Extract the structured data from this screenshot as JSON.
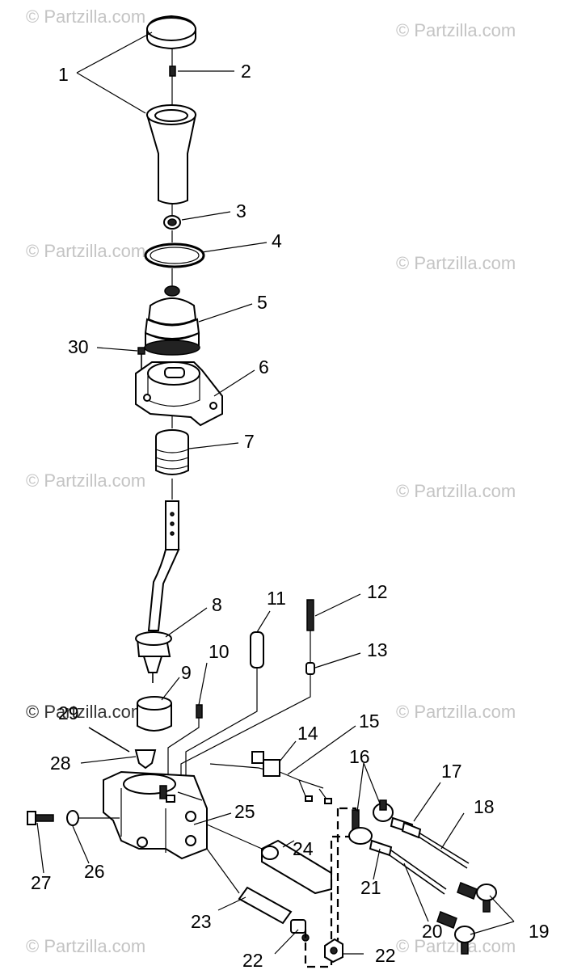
{
  "watermark": "© Partzilla.com",
  "callouts": {
    "n1": "1",
    "n2": "2",
    "n3": "3",
    "n4": "4",
    "n5": "5",
    "n6": "6",
    "n7": "7",
    "n8": "8",
    "n9": "9",
    "n10": "10",
    "n11": "11",
    "n12": "12",
    "n13": "13",
    "n14": "14",
    "n15": "15",
    "n16": "16",
    "n17": "17",
    "n18": "18",
    "n19": "19",
    "n20": "20",
    "n21": "21",
    "n22a": "22",
    "n22b": "22",
    "n23": "23",
    "n24": "24",
    "n25": "25",
    "n26": "26",
    "n27": "27",
    "n28": "28",
    "n29": "29",
    "n30": "30"
  }
}
